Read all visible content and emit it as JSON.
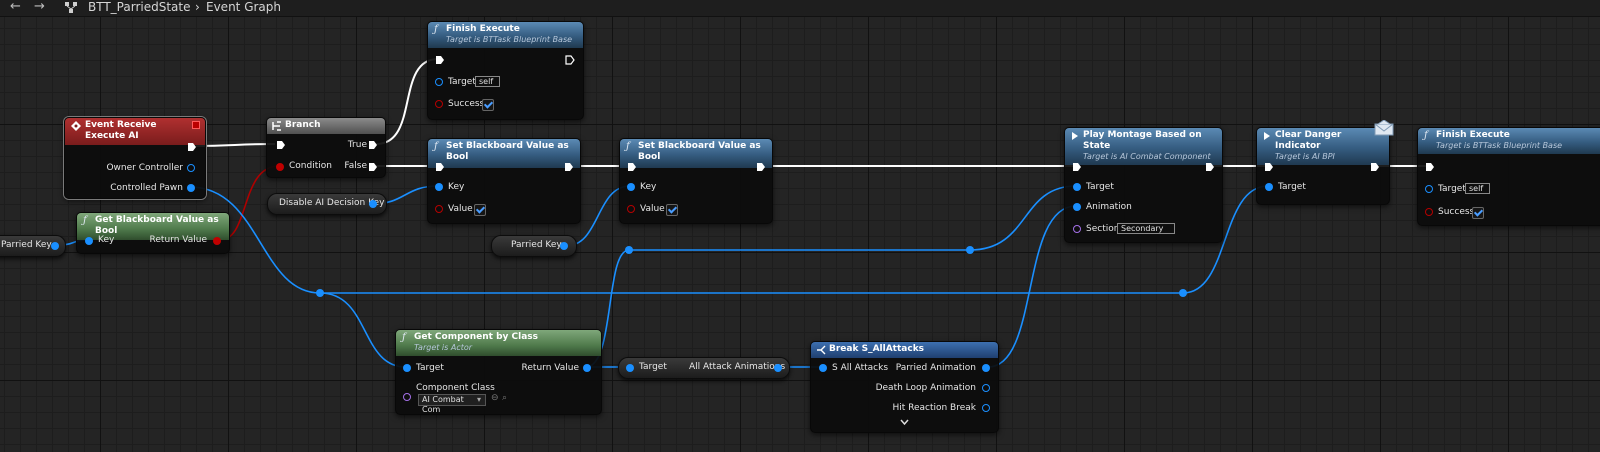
{
  "breadcrumb": {
    "asset": "BTT_ParriedState",
    "graph": "Event Graph"
  },
  "nodes": {
    "event_receive": {
      "title": "Event Receive Execute AI",
      "pin_owner": "Owner Controller",
      "pin_pawn": "Controlled Pawn"
    },
    "branch": {
      "title": "Branch",
      "pin_condition": "Condition",
      "pin_true": "True",
      "pin_false": "False"
    },
    "finish1": {
      "title": "Finish Execute",
      "subtitle": "Target is BTTask Blueprint Base",
      "pin_target": "Target",
      "target_value": "self",
      "pin_success": "Success"
    },
    "set_bb1": {
      "title": "Set Blackboard Value as Bool",
      "pin_key": "Key",
      "pin_value": "Value"
    },
    "set_bb2": {
      "title": "Set Blackboard Value as Bool",
      "pin_key": "Key",
      "pin_value": "Value"
    },
    "get_bb": {
      "title": "Get Blackboard Value as Bool",
      "pin_key": "Key",
      "pin_return": "Return Value"
    },
    "play_montage": {
      "title": "Play Montage Based on State",
      "subtitle": "Target is AI Combat Component",
      "pin_target": "Target",
      "pin_animation": "Animation",
      "pin_section": "Section",
      "section_value": "Secondary"
    },
    "clear_danger": {
      "title": "Clear Danger Indicator",
      "subtitle": "Target is AI BPI",
      "pin_target": "Target"
    },
    "finish2": {
      "title": "Finish Execute",
      "subtitle": "Target is BTTask Blueprint Base",
      "pin_target": "Target",
      "target_value": "self",
      "pin_success": "Success"
    },
    "get_component": {
      "title": "Get Component by Class",
      "subtitle": "Target is Actor",
      "pin_target": "Target",
      "pin_return": "Return Value",
      "pin_class": "Component Class",
      "class_value": "AI Combat Com"
    },
    "get_all_attacks": {
      "pin_target": "Target",
      "pin_out": "All Attack Animations"
    },
    "break_attacks": {
      "title": "Break S_AllAttacks",
      "pin_in": "S All Attacks",
      "pin_parried": "Parried Animation",
      "pin_death": "Death Loop Animation",
      "pin_hit": "Hit Reaction Break"
    }
  },
  "variables": {
    "parried_key_left": "Parried Key",
    "disable_ai_key": "Disable AI Decision Key",
    "parried_key_mid": "Parried Key"
  },
  "icons": {
    "function": "ƒ",
    "event": "event-diamond-icon",
    "branch": "branch-icon",
    "break": "break-struct-icon",
    "message": "envelope-icon",
    "expand": "chevron-down-icon"
  },
  "colors": {
    "exec": "#ffffff",
    "object_pin": "#1a8fff",
    "bool_pin": "#c00000",
    "class_pin": "#a470e8",
    "func_header": "#355c80",
    "pure_header": "#4f7a4b",
    "event_header": "#7a1c1c"
  }
}
